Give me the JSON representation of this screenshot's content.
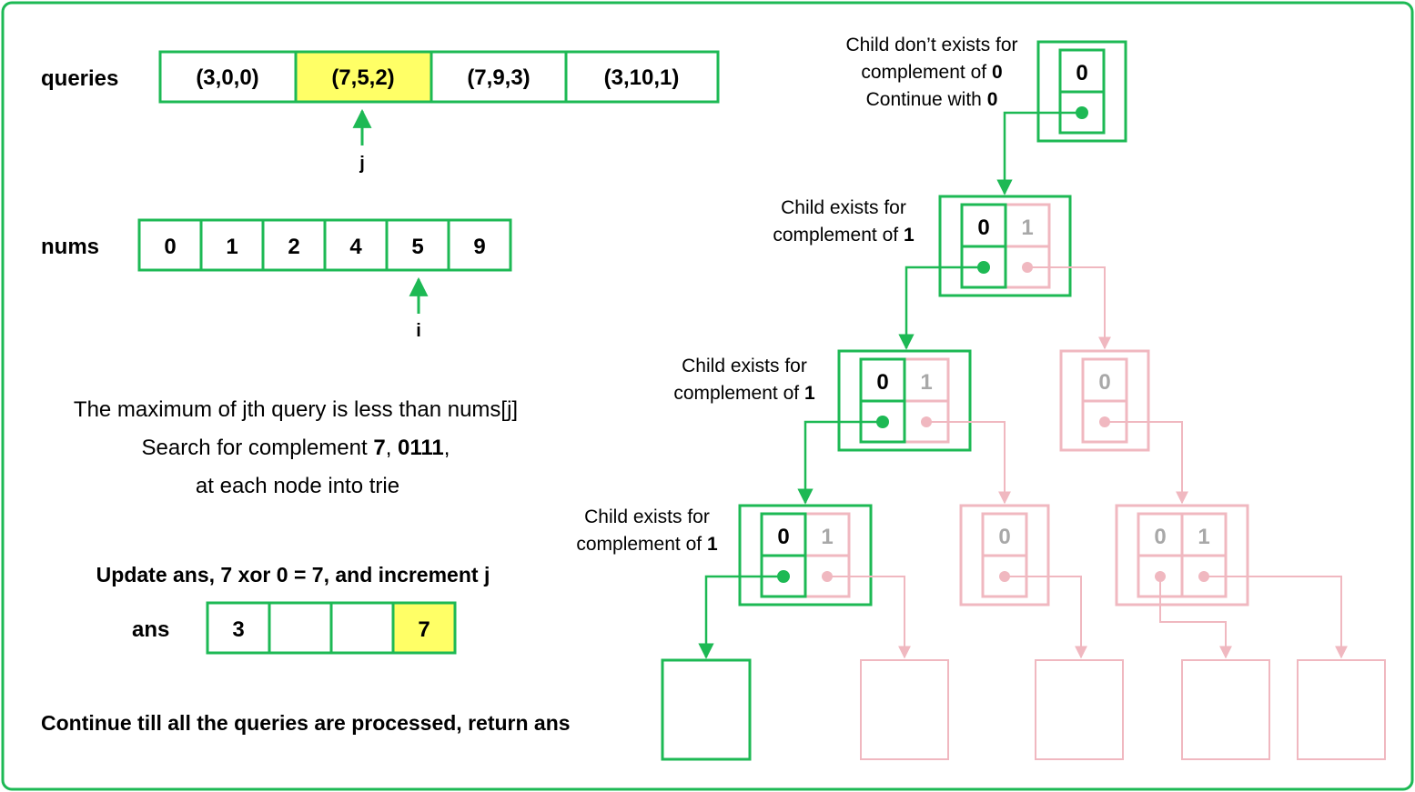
{
  "colors": {
    "active": "#1db954",
    "inactive": "#f0b8c0",
    "highlight": "#ffff66",
    "inactive_text": "#a8a8a8"
  },
  "queries": {
    "label": "queries",
    "items": [
      "(3,0,0)",
      "(7,5,2)",
      "(7,9,3)",
      "(3,10,1)"
    ],
    "pointer_label": "j"
  },
  "nums": {
    "label": "nums",
    "items": [
      "0",
      "1",
      "2",
      "4",
      "5",
      "9"
    ],
    "pointer_label": "i"
  },
  "explanation": {
    "line1": "The maximum of  jth query is less than nums[j]",
    "line2_prefix": "Search for complement ",
    "line2_b1": "7",
    "line2_sep": ", ",
    "line2_b2": "0111",
    "line2_suffix": ",",
    "line3": "at each node into trie"
  },
  "update": {
    "text": "Update ans, 7 xor 0 = 7, and increment j"
  },
  "ans": {
    "label": "ans",
    "items": [
      "3",
      "",
      "",
      "7"
    ]
  },
  "footer": {
    "text": "Continue till all the queries are processed, return ans"
  },
  "trie_notes": {
    "root_l1_prefix": "Child don’t exists for",
    "root_l2_prefix": "complement of ",
    "root_l2_bold": "0",
    "root_l3_prefix": "Continue with ",
    "root_l3_bold": "0",
    "exists_l1": "Child exists for",
    "exists_l2_prefix": "complement of ",
    "exists_l2_bold": "1"
  },
  "trie_bits": {
    "zero": "0",
    "one": "1"
  }
}
